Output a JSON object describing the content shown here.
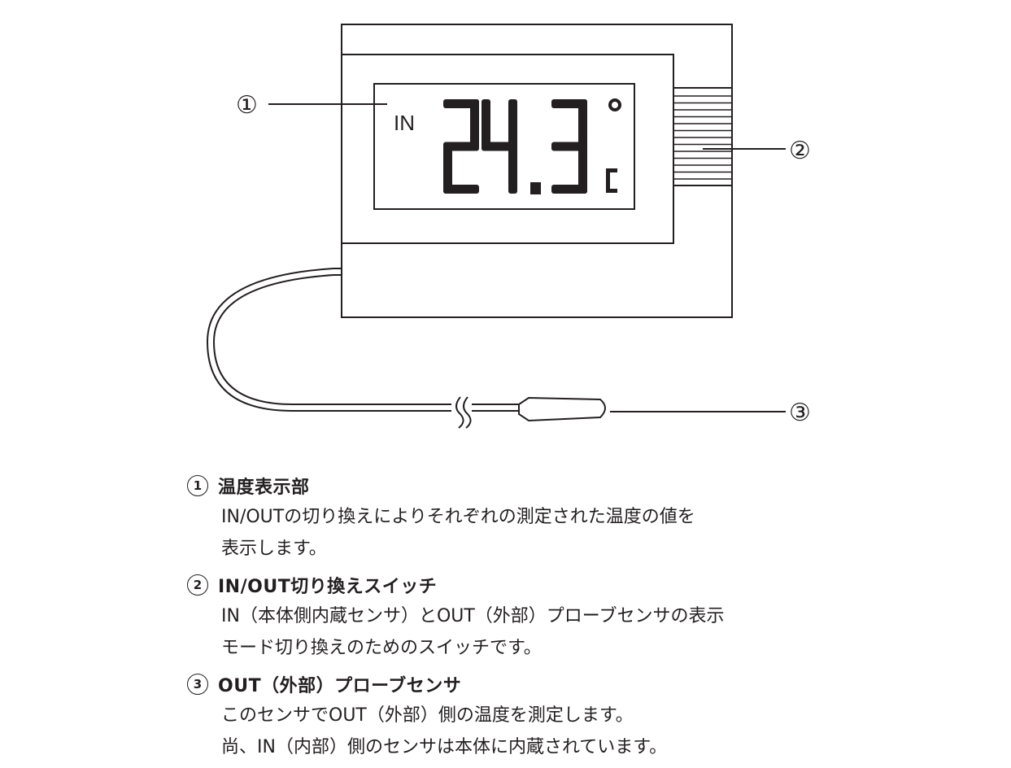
{
  "display": {
    "mode": "IN",
    "reading": "24.3",
    "unit": "°C"
  },
  "callouts": [
    "①",
    "②",
    "③"
  ],
  "descriptions": [
    {
      "marker": "1",
      "title": "温度表示部",
      "lines": [
        "IN/OUTの切り換えによりそれぞれの測定された温度の値を",
        "表示します。"
      ]
    },
    {
      "marker": "2",
      "title": "IN/OUT切り換えスイッチ",
      "lines": [
        "IN（本体側内蔵センサ）とOUT（外部）プローブセンサの表示",
        "モード切り換えのためのスイッチです。"
      ]
    },
    {
      "marker": "3",
      "title": "OUT（外部）プローブセンサ",
      "lines": [
        "このセンサでOUT（外部）側の温度を測定します。",
        "尚、IN（内部）側のセンサは本体に内蔵されています。"
      ]
    }
  ]
}
